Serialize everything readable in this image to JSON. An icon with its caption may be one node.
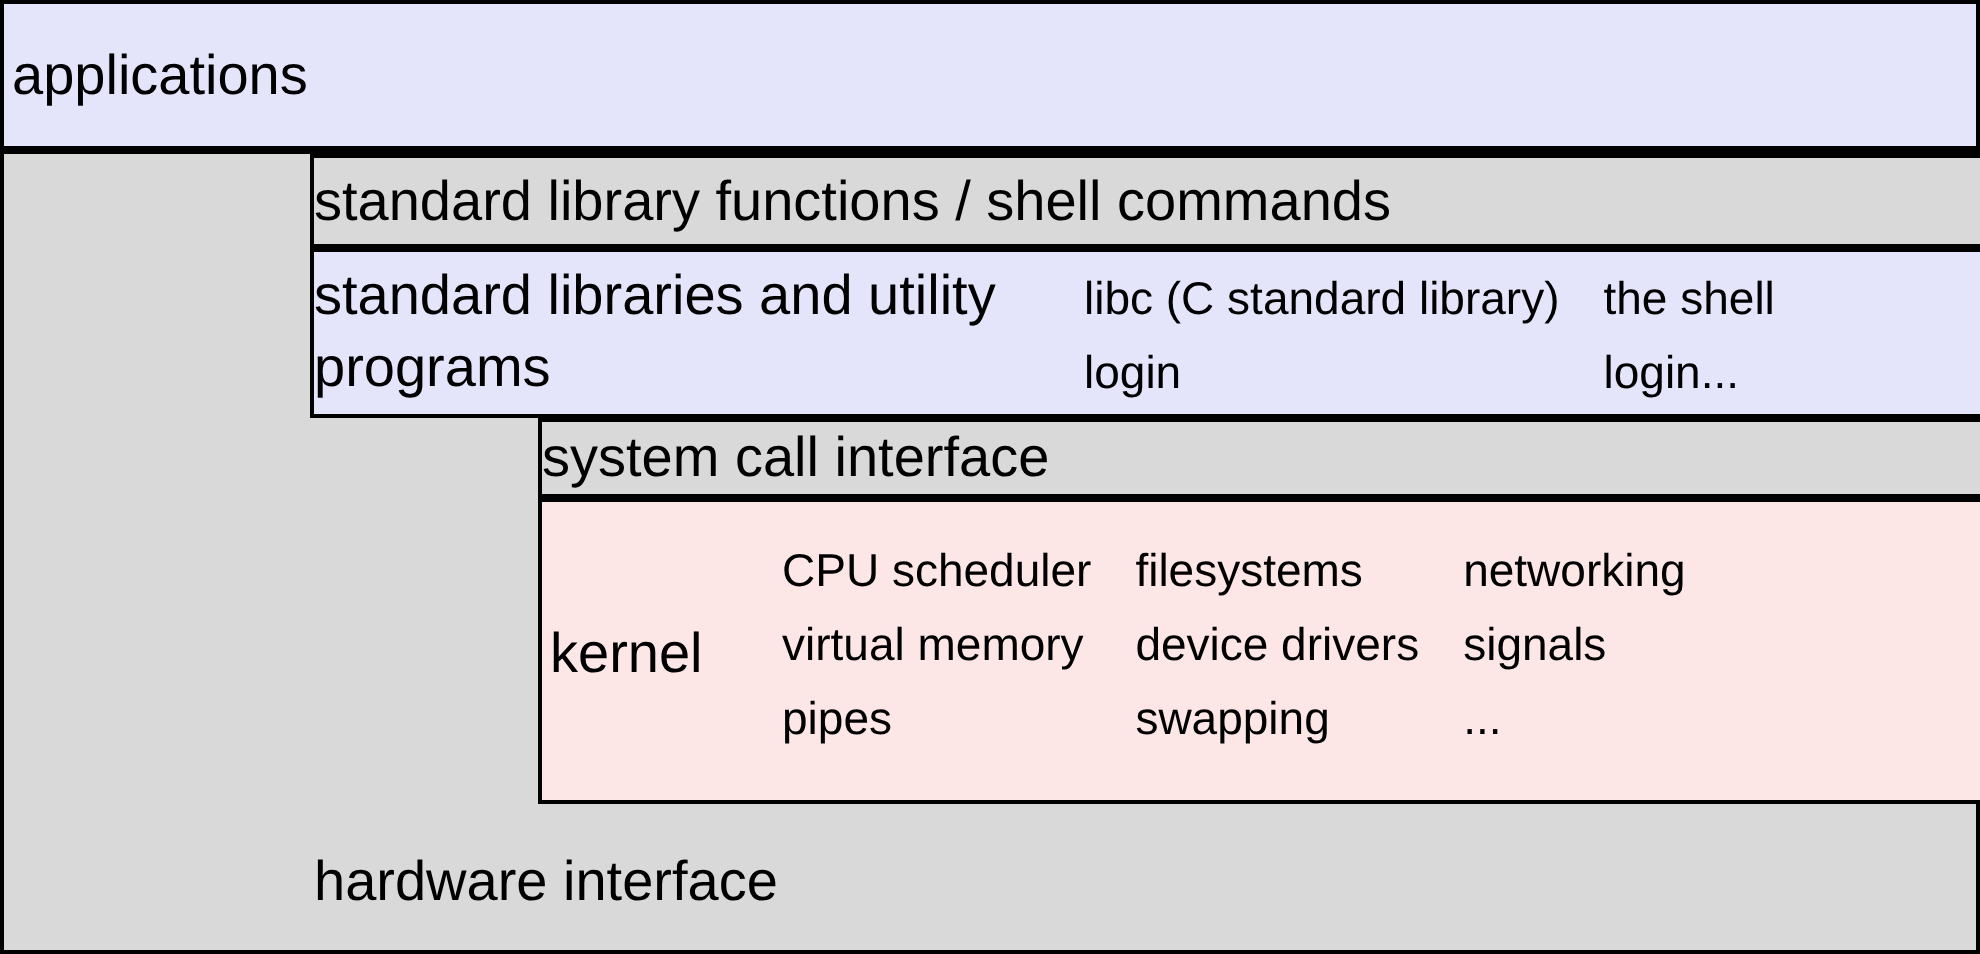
{
  "diagram": {
    "nodes": [
      {
        "text": [
          "applications"
        ]
      },
      {
        "text": [
          "hardware interface"
        ]
      },
      {
        "text": [
          "standard library functions / shell commands"
        ],
        "in": 1
      },
      {
        "text": [
          "standard libraries and utility programs",
          "libc (C standard library)",
          "the shell",
          "login",
          "login..."
        ],
        "in": 1
      },
      {
        "text": [
          "system call interface"
        ],
        "in": 1
      },
      {
        "text": [
          "kernel",
          "CPU scheduler",
          "filesystems",
          "networking",
          "virtual memory",
          "device drivers",
          "signals",
          "pipes",
          "swapping",
          "..."
        ],
        "in": 1
      }
    ]
  }
}
